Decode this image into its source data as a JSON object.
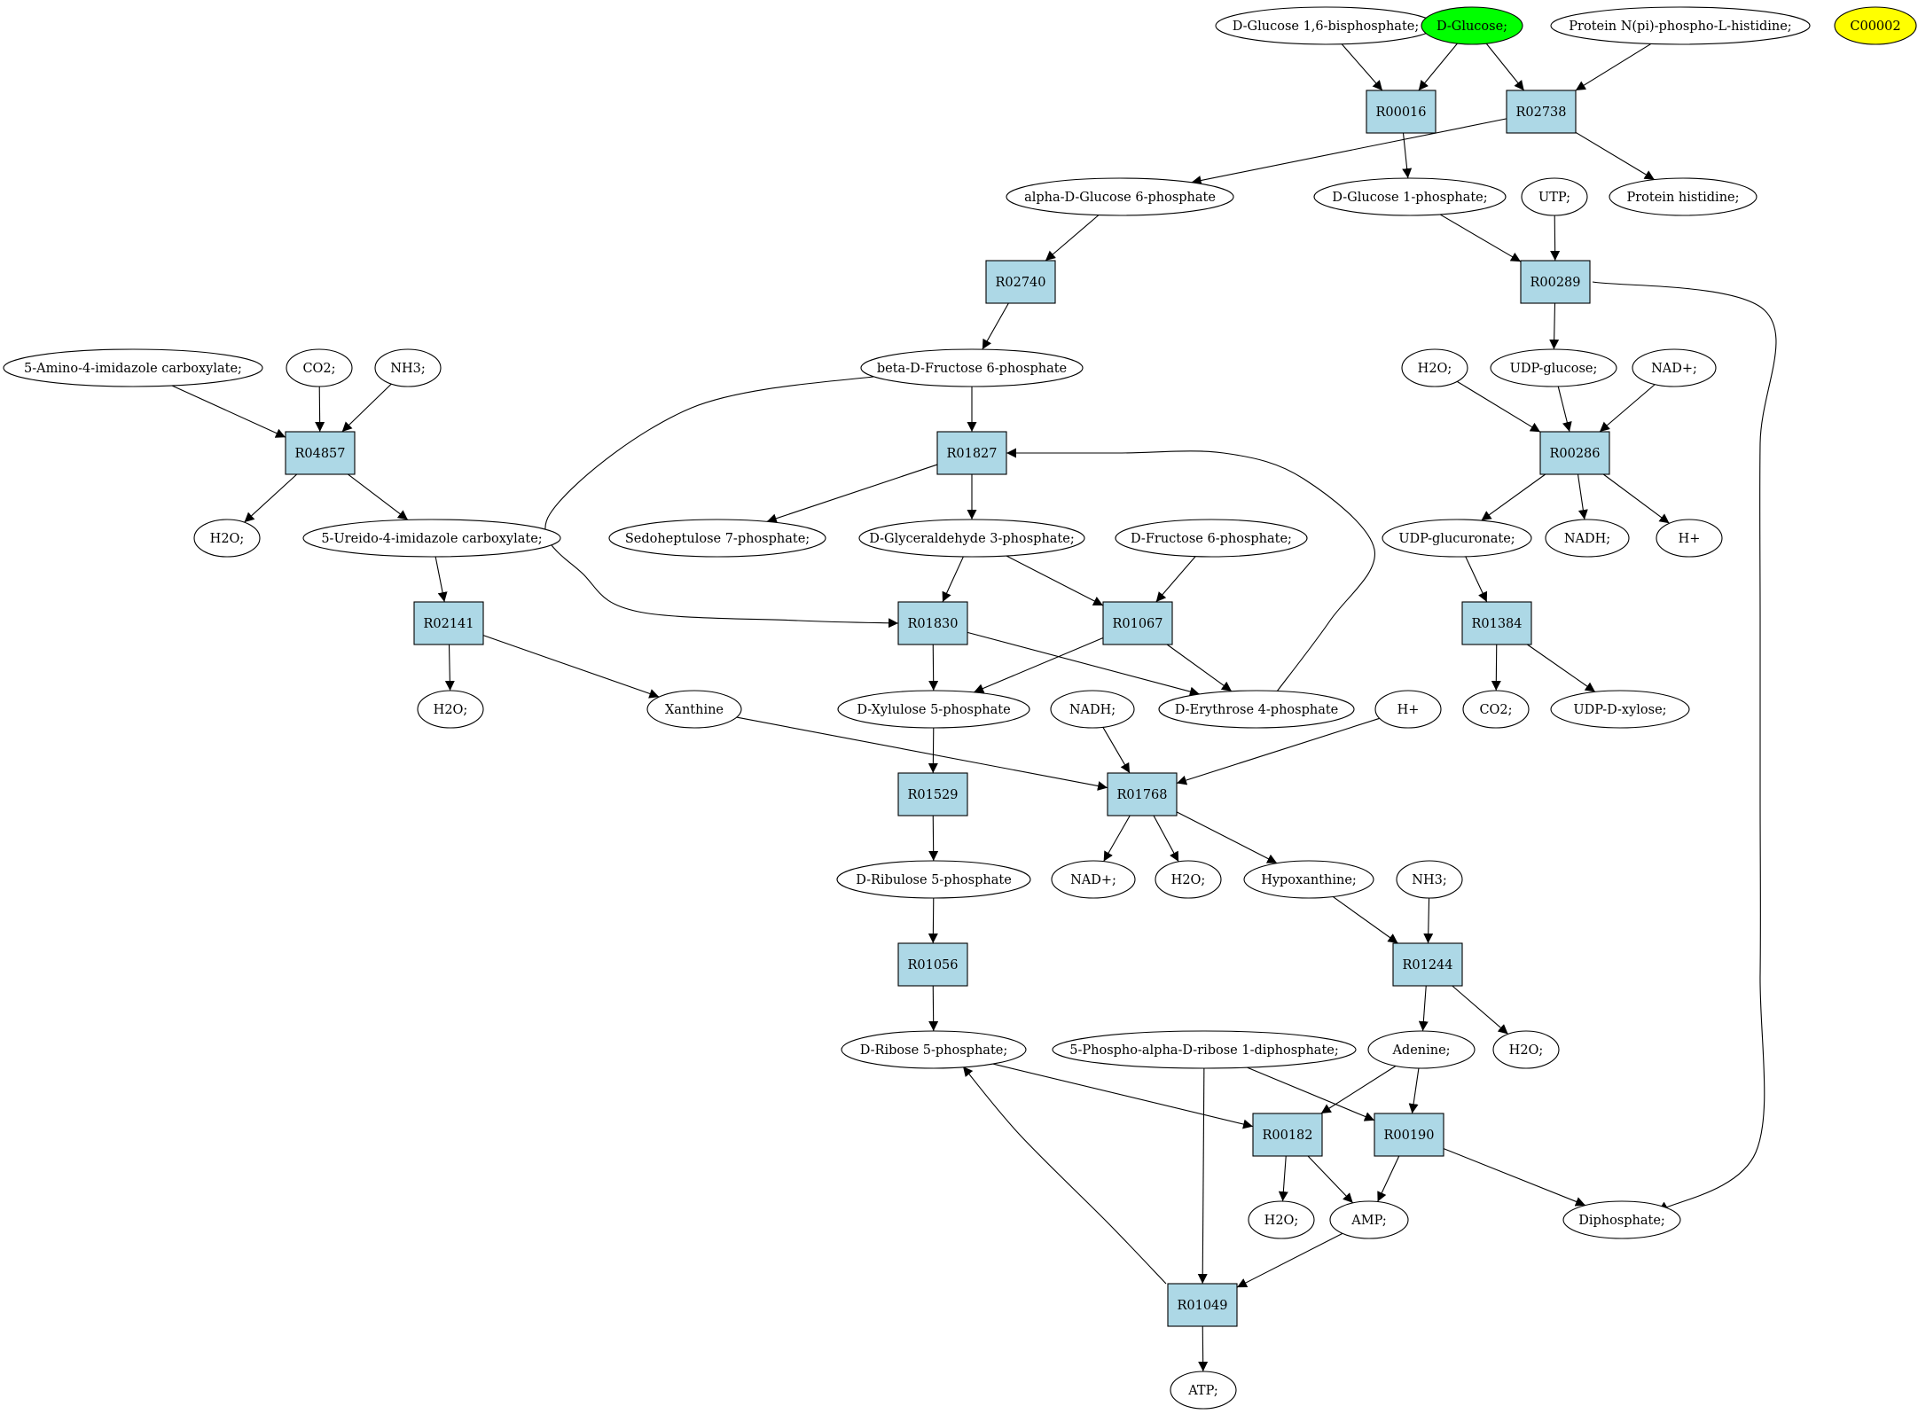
{
  "colors": {
    "reaction_fill": "#add8e6",
    "start_compound_fill": "#00ff00",
    "highlight_compound_fill": "#ffff00",
    "compound_fill": "#ffffff",
    "stroke": "#000000"
  },
  "nodes": [
    {
      "id": "c_dg16bp",
      "kind": "compound",
      "label": "D-Glucose 1,6-bisphosphate;"
    },
    {
      "id": "c_dglucose",
      "kind": "compound",
      "label": "D-Glucose;",
      "fill": "start"
    },
    {
      "id": "c_protnpi",
      "kind": "compound",
      "label": "Protein N(pi)-phospho-L-histidine;"
    },
    {
      "id": "c_c00002",
      "kind": "compound",
      "label": "C00002",
      "fill": "highlight"
    },
    {
      "id": "r_R00016",
      "kind": "reaction",
      "label": "R00016"
    },
    {
      "id": "r_R02738",
      "kind": "reaction",
      "label": "R02738"
    },
    {
      "id": "c_adg6p",
      "kind": "compound",
      "label": "alpha-D-Glucose 6-phosphate"
    },
    {
      "id": "c_dg1p",
      "kind": "compound",
      "label": "D-Glucose 1-phosphate;"
    },
    {
      "id": "c_utp",
      "kind": "compound",
      "label": "UTP;"
    },
    {
      "id": "c_prothis",
      "kind": "compound",
      "label": "Protein histidine;"
    },
    {
      "id": "r_R02740",
      "kind": "reaction",
      "label": "R02740"
    },
    {
      "id": "r_R00289",
      "kind": "reaction",
      "label": "R00289"
    },
    {
      "id": "c_aica",
      "kind": "compound",
      "label": "5-Amino-4-imidazole carboxylate;"
    },
    {
      "id": "c_co2a",
      "kind": "compound",
      "label": "CO2;"
    },
    {
      "id": "c_nh3a",
      "kind": "compound",
      "label": "NH3;"
    },
    {
      "id": "c_bdf6p",
      "kind": "compound",
      "label": "beta-D-Fructose 6-phosphate"
    },
    {
      "id": "c_h2oa",
      "kind": "compound",
      "label": "H2O;"
    },
    {
      "id": "c_udpglc",
      "kind": "compound",
      "label": "UDP-glucose;"
    },
    {
      "id": "c_nadp",
      "kind": "compound",
      "label": "NAD+;"
    },
    {
      "id": "r_R04857",
      "kind": "reaction",
      "label": "R04857"
    },
    {
      "id": "r_R01827",
      "kind": "reaction",
      "label": "R01827"
    },
    {
      "id": "r_R00286",
      "kind": "reaction",
      "label": "R00286"
    },
    {
      "id": "c_h2ob",
      "kind": "compound",
      "label": "H2O;"
    },
    {
      "id": "c_uica",
      "kind": "compound",
      "label": "5-Ureido-4-imidazole carboxylate;"
    },
    {
      "id": "c_s7p",
      "kind": "compound",
      "label": "Sedoheptulose 7-phosphate;"
    },
    {
      "id": "c_g3p",
      "kind": "compound",
      "label": "D-Glyceraldehyde 3-phosphate;"
    },
    {
      "id": "c_df6p",
      "kind": "compound",
      "label": "D-Fructose 6-phosphate;"
    },
    {
      "id": "c_udpglcu",
      "kind": "compound",
      "label": "UDP-glucuronate;"
    },
    {
      "id": "c_nadh",
      "kind": "compound",
      "label": "NADH;"
    },
    {
      "id": "c_hp",
      "kind": "compound",
      "label": "H+"
    },
    {
      "id": "r_R02141",
      "kind": "reaction",
      "label": "R02141"
    },
    {
      "id": "r_R01830",
      "kind": "reaction",
      "label": "R01830"
    },
    {
      "id": "r_R01067",
      "kind": "reaction",
      "label": "R01067"
    },
    {
      "id": "r_R01384",
      "kind": "reaction",
      "label": "R01384"
    },
    {
      "id": "c_h2oc",
      "kind": "compound",
      "label": "H2O;"
    },
    {
      "id": "c_xanthine",
      "kind": "compound",
      "label": "Xanthine"
    },
    {
      "id": "c_dx5p",
      "kind": "compound",
      "label": "D-Xylulose 5-phosphate"
    },
    {
      "id": "c_nadh2",
      "kind": "compound",
      "label": "NADH;"
    },
    {
      "id": "c_de4p",
      "kind": "compound",
      "label": "D-Erythrose 4-phosphate"
    },
    {
      "id": "c_hp2",
      "kind": "compound",
      "label": "H+"
    },
    {
      "id": "c_co2b",
      "kind": "compound",
      "label": "CO2;"
    },
    {
      "id": "c_udpxyl",
      "kind": "compound",
      "label": "UDP-D-xylose;"
    },
    {
      "id": "r_R01529",
      "kind": "reaction",
      "label": "R01529"
    },
    {
      "id": "r_R01768",
      "kind": "reaction",
      "label": "R01768"
    },
    {
      "id": "c_dr5p",
      "kind": "compound",
      "label": "D-Ribulose 5-phosphate"
    },
    {
      "id": "c_nadp2",
      "kind": "compound",
      "label": "NAD+;"
    },
    {
      "id": "c_h2od",
      "kind": "compound",
      "label": "H2O;"
    },
    {
      "id": "c_hypox",
      "kind": "compound",
      "label": "Hypoxanthine;"
    },
    {
      "id": "c_nh3b",
      "kind": "compound",
      "label": "NH3;"
    },
    {
      "id": "r_R01056",
      "kind": "reaction",
      "label": "R01056"
    },
    {
      "id": "r_R01244",
      "kind": "reaction",
      "label": "R01244"
    },
    {
      "id": "c_drib5p",
      "kind": "compound",
      "label": "D-Ribose 5-phosphate;"
    },
    {
      "id": "c_prpp",
      "kind": "compound",
      "label": "5-Phospho-alpha-D-ribose 1-diphosphate;"
    },
    {
      "id": "c_adenine",
      "kind": "compound",
      "label": "Adenine;"
    },
    {
      "id": "c_h2oe",
      "kind": "compound",
      "label": "H2O;"
    },
    {
      "id": "r_R00182",
      "kind": "reaction",
      "label": "R00182"
    },
    {
      "id": "r_R00190",
      "kind": "reaction",
      "label": "R00190"
    },
    {
      "id": "c_h2of",
      "kind": "compound",
      "label": "H2O;"
    },
    {
      "id": "c_amp",
      "kind": "compound",
      "label": "AMP;"
    },
    {
      "id": "c_diphos",
      "kind": "compound",
      "label": "Diphosphate;"
    },
    {
      "id": "r_R01049",
      "kind": "reaction",
      "label": "R01049"
    },
    {
      "id": "c_atp",
      "kind": "compound",
      "label": "ATP;"
    }
  ],
  "edges": [
    [
      "c_dg16bp",
      "r_R00016"
    ],
    [
      "c_dglucose",
      "r_R00016"
    ],
    [
      "c_dglucose",
      "r_R02738"
    ],
    [
      "c_protnpi",
      "r_R02738"
    ],
    [
      "r_R00016",
      "c_dg1p"
    ],
    [
      "r_R02738",
      "c_adg6p"
    ],
    [
      "r_R02738",
      "c_prothis"
    ],
    [
      "c_adg6p",
      "r_R02740"
    ],
    [
      "r_R02740",
      "c_bdf6p"
    ],
    [
      "c_dg1p",
      "r_R00289"
    ],
    [
      "c_utp",
      "r_R00289"
    ],
    [
      "r_R00289",
      "c_udpglc"
    ],
    [
      "r_R00289",
      "c_diphos"
    ],
    [
      "c_h2ob",
      "r_R00286"
    ],
    [
      "c_udpglc",
      "r_R00286"
    ],
    [
      "c_nadp",
      "r_R00286"
    ],
    [
      "r_R00286",
      "c_udpglcu"
    ],
    [
      "r_R00286",
      "c_nadh"
    ],
    [
      "r_R00286",
      "c_hp"
    ],
    [
      "c_udpglcu",
      "r_R01384"
    ],
    [
      "r_R01384",
      "c_co2b"
    ],
    [
      "r_R01384",
      "c_udpxyl"
    ],
    [
      "c_aica",
      "r_R04857"
    ],
    [
      "c_co2a",
      "r_R04857"
    ],
    [
      "c_nh3a",
      "r_R04857"
    ],
    [
      "r_R04857",
      "c_h2oa"
    ],
    [
      "r_R04857",
      "c_uica"
    ],
    [
      "c_uica",
      "r_R02141"
    ],
    [
      "r_R02141",
      "c_h2oc"
    ],
    [
      "r_R02141",
      "c_xanthine"
    ],
    [
      "c_bdf6p",
      "r_R01827"
    ],
    [
      "c_de4p",
      "r_R01827"
    ],
    [
      "r_R01827",
      "c_s7p"
    ],
    [
      "r_R01827",
      "c_g3p"
    ],
    [
      "c_bdf6p",
      "r_R01830"
    ],
    [
      "c_g3p",
      "r_R01830"
    ],
    [
      "r_R01830",
      "c_dx5p"
    ],
    [
      "r_R01830",
      "c_de4p"
    ],
    [
      "c_g3p",
      "r_R01067"
    ],
    [
      "c_df6p",
      "r_R01067"
    ],
    [
      "r_R01067",
      "c_dx5p"
    ],
    [
      "r_R01067",
      "c_de4p"
    ],
    [
      "c_dx5p",
      "r_R01529"
    ],
    [
      "r_R01529",
      "c_dr5p"
    ],
    [
      "c_xanthine",
      "r_R01768"
    ],
    [
      "c_nadh2",
      "r_R01768"
    ],
    [
      "c_hp2",
      "r_R01768"
    ],
    [
      "r_R01768",
      "c_nadp2"
    ],
    [
      "r_R01768",
      "c_h2od"
    ],
    [
      "r_R01768",
      "c_hypox"
    ],
    [
      "c_dr5p",
      "r_R01056"
    ],
    [
      "r_R01056",
      "c_drib5p"
    ],
    [
      "c_hypox",
      "r_R01244"
    ],
    [
      "c_nh3b",
      "r_R01244"
    ],
    [
      "r_R01244",
      "c_adenine"
    ],
    [
      "r_R01244",
      "c_h2oe"
    ],
    [
      "c_drib5p",
      "r_R00182"
    ],
    [
      "c_adenine",
      "r_R00182"
    ],
    [
      "r_R00182",
      "c_h2of"
    ],
    [
      "r_R00182",
      "c_amp"
    ],
    [
      "c_prpp",
      "r_R00190"
    ],
    [
      "c_adenine",
      "r_R00190"
    ],
    [
      "r_R00190",
      "c_amp"
    ],
    [
      "r_R00190",
      "c_diphos"
    ],
    [
      "c_prpp",
      "r_R01049"
    ],
    [
      "c_amp",
      "r_R01049"
    ],
    [
      "r_R01049",
      "c_drib5p"
    ],
    [
      "r_R01049",
      "c_atp"
    ]
  ]
}
